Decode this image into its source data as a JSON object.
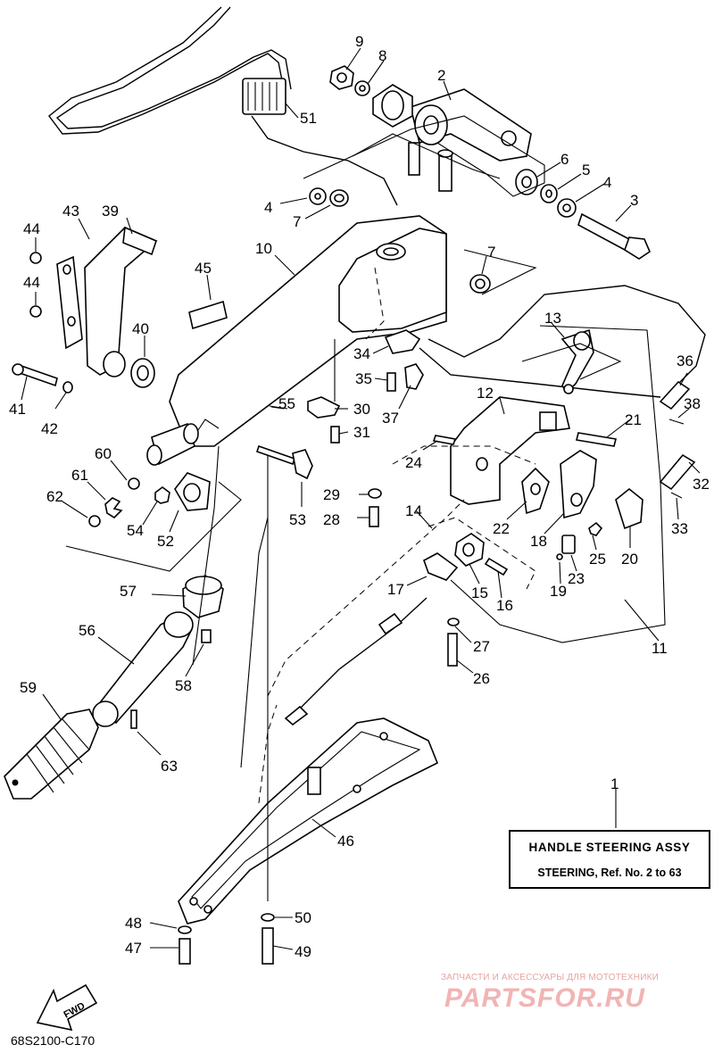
{
  "title_box": {
    "name": "HANDLE STEERING ASSY",
    "subtitle": "STEERING, Ref. No. 2 to 63"
  },
  "drawing_code": "68S2100-C170",
  "fwd_label": "FWD",
  "watermark": {
    "line1": "ЗАПЧАСТИ И АКСЕССУАРЫ ДЛЯ МОТОТЕХНИКИ",
    "logo": "PARTSFOR.RU"
  },
  "callouts": [
    {
      "id": "c1",
      "label": "1"
    },
    {
      "id": "c2",
      "label": "2"
    },
    {
      "id": "c3",
      "label": "3"
    },
    {
      "id": "c4a",
      "label": "4"
    },
    {
      "id": "c4b",
      "label": "4"
    },
    {
      "id": "c5",
      "label": "5"
    },
    {
      "id": "c6",
      "label": "6"
    },
    {
      "id": "c7a",
      "label": "7"
    },
    {
      "id": "c7b",
      "label": "7"
    },
    {
      "id": "c8",
      "label": "8"
    },
    {
      "id": "c9",
      "label": "9"
    },
    {
      "id": "c10",
      "label": "10"
    },
    {
      "id": "c11",
      "label": "11"
    },
    {
      "id": "c12",
      "label": "12"
    },
    {
      "id": "c13",
      "label": "13"
    },
    {
      "id": "c14",
      "label": "14"
    },
    {
      "id": "c15",
      "label": "15"
    },
    {
      "id": "c16",
      "label": "16"
    },
    {
      "id": "c17",
      "label": "17"
    },
    {
      "id": "c18",
      "label": "18"
    },
    {
      "id": "c19",
      "label": "19"
    },
    {
      "id": "c20",
      "label": "20"
    },
    {
      "id": "c21",
      "label": "21"
    },
    {
      "id": "c22",
      "label": "22"
    },
    {
      "id": "c23",
      "label": "23"
    },
    {
      "id": "c24",
      "label": "24"
    },
    {
      "id": "c25",
      "label": "25"
    },
    {
      "id": "c26",
      "label": "26"
    },
    {
      "id": "c27",
      "label": "27"
    },
    {
      "id": "c28",
      "label": "28"
    },
    {
      "id": "c29",
      "label": "29"
    },
    {
      "id": "c30",
      "label": "30"
    },
    {
      "id": "c31",
      "label": "31"
    },
    {
      "id": "c32",
      "label": "32"
    },
    {
      "id": "c33",
      "label": "33"
    },
    {
      "id": "c34",
      "label": "34"
    },
    {
      "id": "c35",
      "label": "35"
    },
    {
      "id": "c36",
      "label": "36"
    },
    {
      "id": "c37",
      "label": "37"
    },
    {
      "id": "c38",
      "label": "38"
    },
    {
      "id": "c39",
      "label": "39"
    },
    {
      "id": "c40",
      "label": "40"
    },
    {
      "id": "c41",
      "label": "41"
    },
    {
      "id": "c42",
      "label": "42"
    },
    {
      "id": "c43",
      "label": "43"
    },
    {
      "id": "c44a",
      "label": "44"
    },
    {
      "id": "c44b",
      "label": "44"
    },
    {
      "id": "c45",
      "label": "45"
    },
    {
      "id": "c46",
      "label": "46"
    },
    {
      "id": "c47",
      "label": "47"
    },
    {
      "id": "c48",
      "label": "48"
    },
    {
      "id": "c49",
      "label": "49"
    },
    {
      "id": "c50",
      "label": "50"
    },
    {
      "id": "c51",
      "label": "51"
    },
    {
      "id": "c52",
      "label": "52"
    },
    {
      "id": "c53",
      "label": "53"
    },
    {
      "id": "c54",
      "label": "54"
    },
    {
      "id": "c55",
      "label": "55"
    },
    {
      "id": "c56",
      "label": "56"
    },
    {
      "id": "c57",
      "label": "57"
    },
    {
      "id": "c58",
      "label": "58"
    },
    {
      "id": "c59",
      "label": "59"
    },
    {
      "id": "c60",
      "label": "60"
    },
    {
      "id": "c61",
      "label": "61"
    },
    {
      "id": "c62",
      "label": "62"
    },
    {
      "id": "c63",
      "label": "63"
    }
  ]
}
